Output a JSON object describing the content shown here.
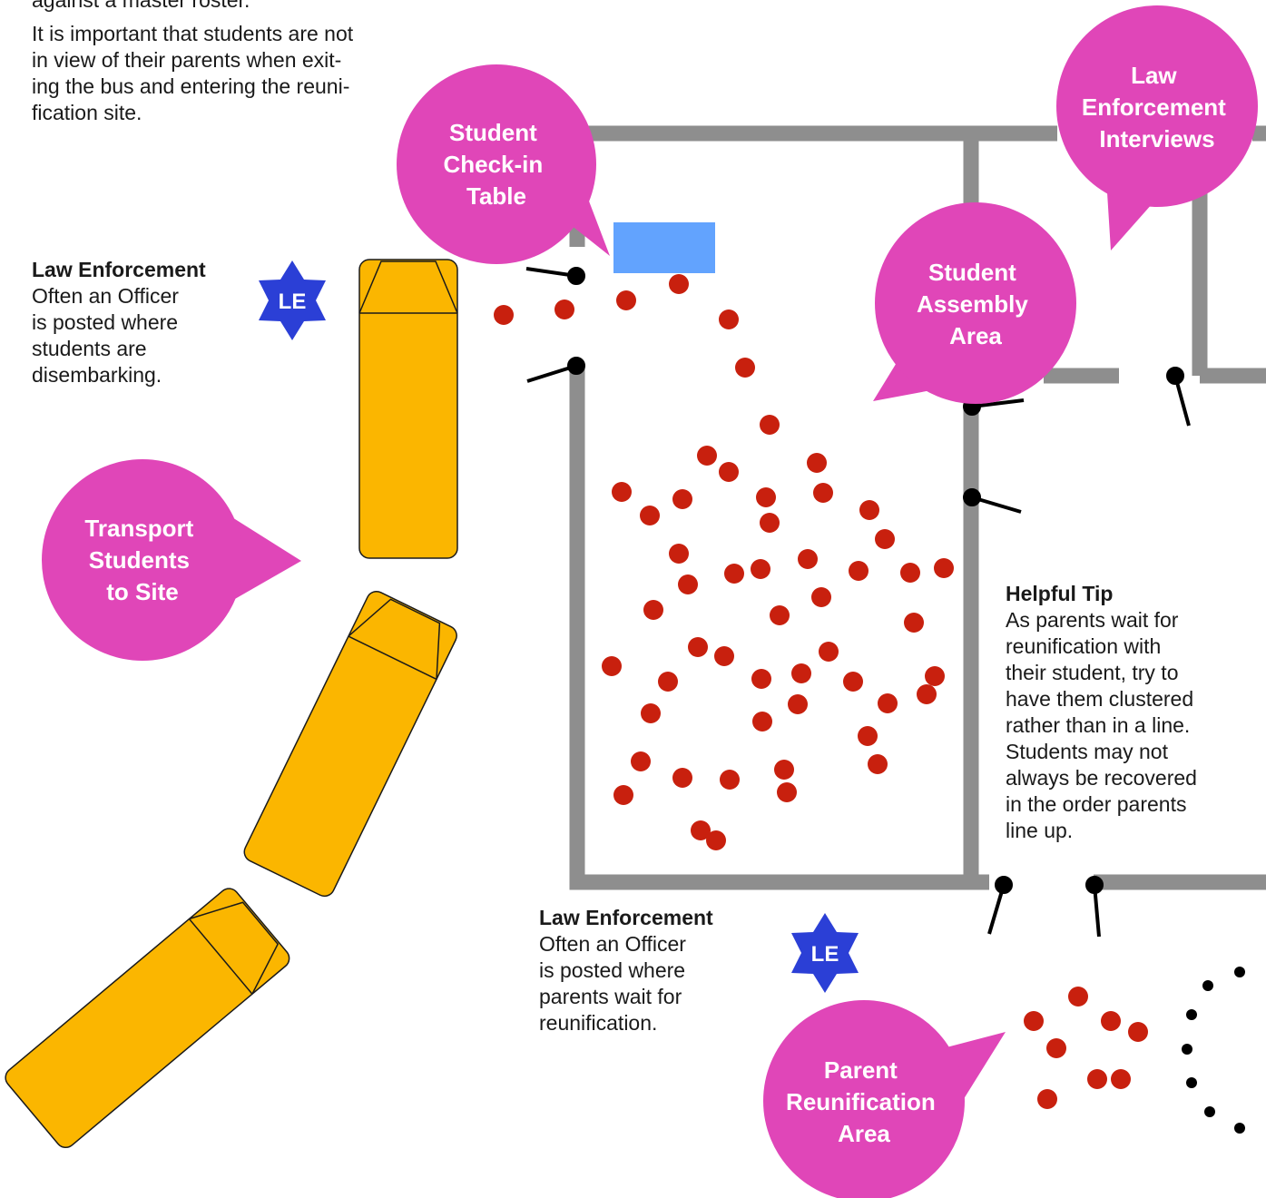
{
  "intro": {
    "line1": "against a master roster.",
    "para": [
      "It is important that students are not",
      "in view of their parents when exit-",
      "ing the bus and entering the reuni-",
      "fication site."
    ]
  },
  "notes": {
    "le_bus": {
      "heading": "Law Enforcement",
      "lines": [
        "Often an Officer",
        "is posted where",
        "students are",
        "disembarking."
      ]
    },
    "le_parents": {
      "heading": "Law Enforcement",
      "lines": [
        "Often an Officer",
        "is posted where",
        "parents wait for",
        "reunification."
      ]
    },
    "tip": {
      "heading": "Helpful Tip",
      "lines": [
        "As parents wait for",
        "reunification with",
        "their student, try to",
        "have them clustered",
        "rather than in a line.",
        "Students may not",
        "always be recovered",
        "in the order parents",
        "line up."
      ]
    }
  },
  "bubbles": {
    "checkin": [
      "Student",
      "Check-in",
      "Table"
    ],
    "interviews": [
      "Law",
      "Enforcement",
      "Interviews"
    ],
    "assembly": [
      "Student",
      "Assembly",
      "Area"
    ],
    "transport": [
      "Transport",
      "Students",
      "to Site"
    ],
    "parent": [
      "Parent",
      "Reunification",
      "Area"
    ]
  },
  "badges": {
    "le": "LE"
  },
  "colors": {
    "bubble": "#e046b8",
    "badge": "#2b3fd6",
    "bus": "#fbb600",
    "wall": "#8e8e8e",
    "table": "#62a3fe",
    "student": "#c8200e",
    "parent_line": "#000000"
  },
  "icons": {
    "bus": "school-bus-icon",
    "badge": "law-enforcement-star-icon",
    "table": "check-in-table-icon",
    "door": "door-icon"
  }
}
